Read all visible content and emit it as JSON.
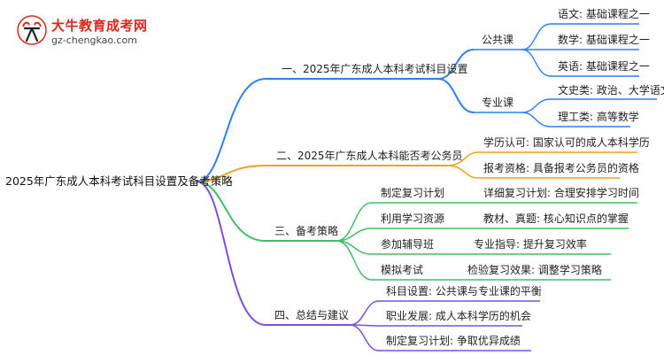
{
  "logo": {
    "brand": "大牛教育成考网",
    "domain": "gz-chengkao.com"
  },
  "root": "2025年广东成人本科考试科目设置及备考策略",
  "colors": {
    "blue": "#2d7ff0",
    "orange": "#f3a116",
    "green": "#3fbd6a",
    "purple": "#7c4fe0",
    "logo_red": "#e0251b"
  },
  "branches": [
    {
      "label": "一、2025年广东成人本科考试科目设置",
      "children": [
        {
          "label": "公共课",
          "children": [
            "语文: 基础课程之一",
            "数学: 基础课程之一",
            "英语: 基础课程之一"
          ]
        },
        {
          "label": "专业课",
          "children": [
            "文史类: 政治、大学语文",
            "理工类: 高等数学"
          ]
        }
      ]
    },
    {
      "label": "二、2025年广东成人本科能否考公务员",
      "leaves": [
        "学历认可: 国家认可的成人本科学历",
        "报考资格: 具备报考公务员的资格"
      ]
    },
    {
      "label": "三、备考策略",
      "children": [
        {
          "label": "制定复习计划",
          "leaf": "详细复习计划: 合理安排学习时间"
        },
        {
          "label": "利用学习资源",
          "leaf": "教材、真题: 核心知识点的掌握"
        },
        {
          "label": "参加辅导班",
          "leaf": "专业指导: 提升复习效率"
        },
        {
          "label": "模拟考试",
          "leaf": "检验复习效果: 调整学习策略"
        }
      ]
    },
    {
      "label": "四、总结与建议",
      "leaves": [
        "科目设置: 公共课与专业课的平衡",
        "职业发展: 成人本科学历的机会",
        "制定复习计划: 争取优异成绩"
      ]
    }
  ]
}
